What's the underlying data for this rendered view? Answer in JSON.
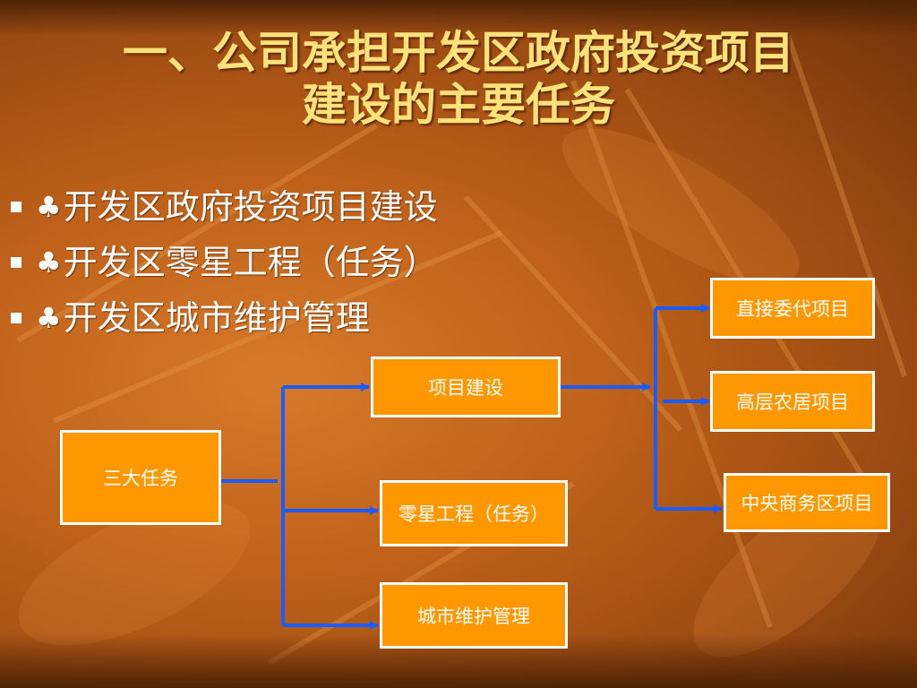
{
  "slide": {
    "title_line1": "一、公司承担开发区政府投资项目",
    "title_line2": "建设的主要任务",
    "bullets": [
      {
        "marker": "♣",
        "text": "开发区政府投资项目建设"
      },
      {
        "marker": "♣",
        "text": "开发区零星工程（任务）"
      },
      {
        "marker": "♣",
        "text": "开发区城市维护管理"
      }
    ]
  },
  "diagram": {
    "root": "三大任务",
    "level2": [
      "项目建设",
      "零星工程（任务）",
      "城市维护管理"
    ],
    "level3": [
      "直接委代项目",
      "高层农居项目",
      "中央商务区项目"
    ]
  },
  "colors": {
    "box_fill": "#ff9800",
    "box_border": "#ffffff",
    "arrow": "#1a5cff",
    "title": "#ffe27a",
    "bullet_text": "#ffffff"
  }
}
